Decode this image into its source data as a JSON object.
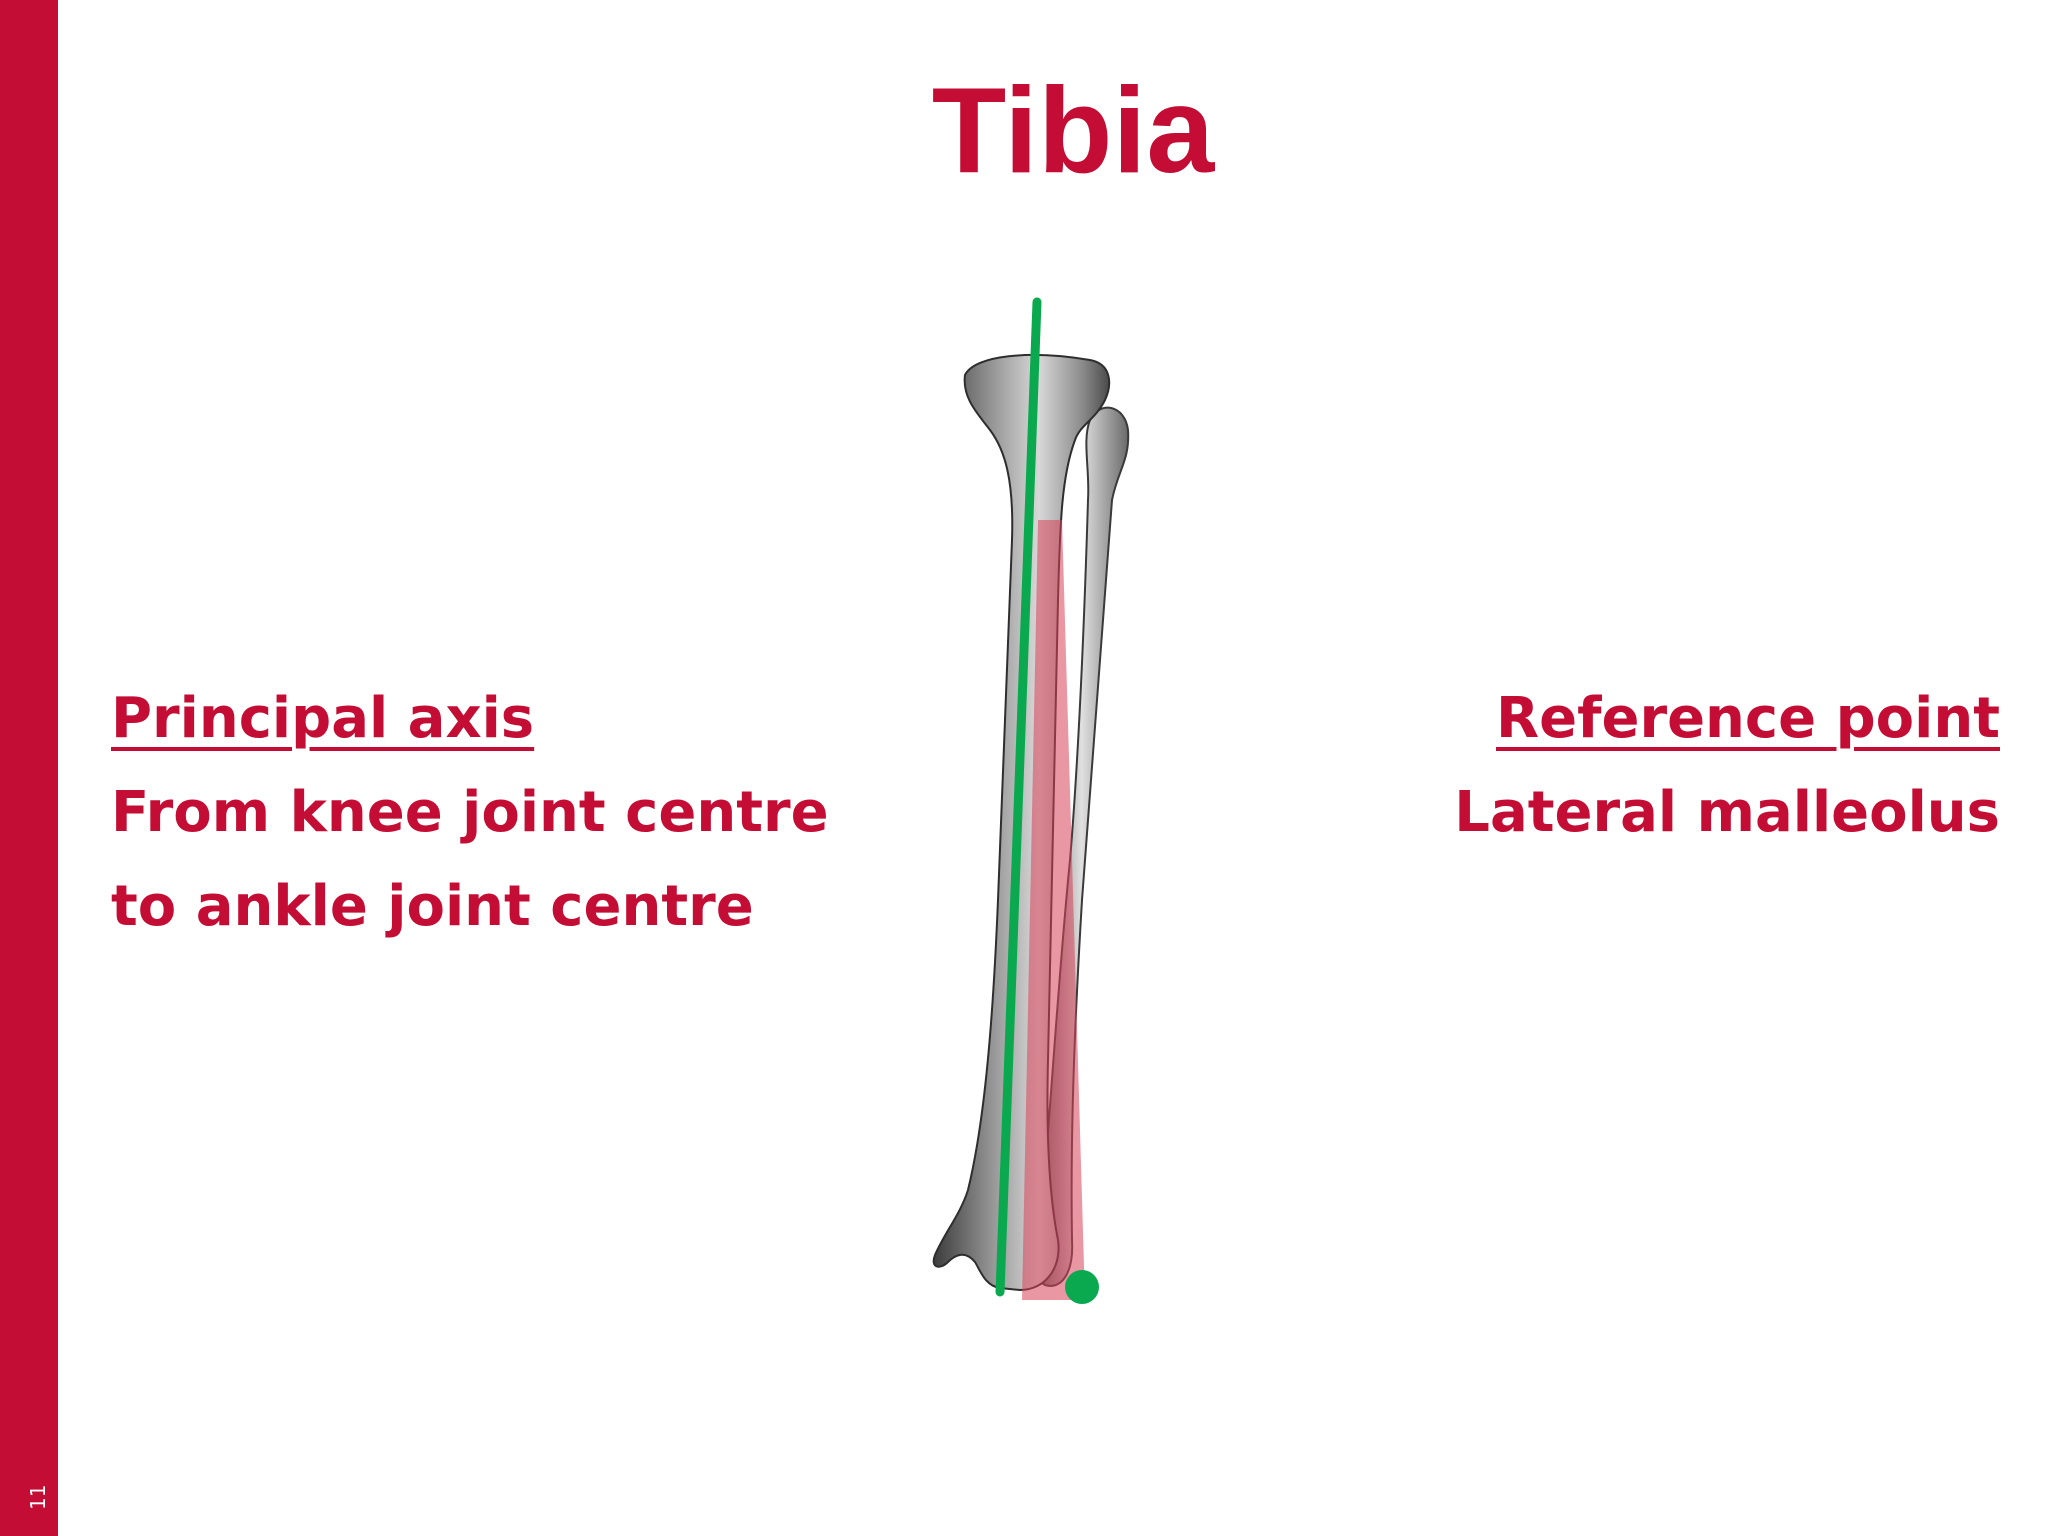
{
  "slide": {
    "page_number": "11",
    "title": "Tibia",
    "colors": {
      "accent": "#c40d34",
      "axis_line": "#0aa84f",
      "reference_point": "#0aa84f",
      "bone": "#8c8c8c",
      "fibula_highlight": "#d9425a"
    }
  },
  "left": {
    "heading": "Principal axis",
    "line1": "From knee joint centre",
    "line2": "to ankle joint centre"
  },
  "right": {
    "heading": "Reference point",
    "line1": "Lateral malleolus"
  },
  "figure": {
    "icons": [
      "tibia-bone-icon",
      "fibula-bone-icon",
      "principal-axis-line",
      "reference-point-dot"
    ]
  }
}
